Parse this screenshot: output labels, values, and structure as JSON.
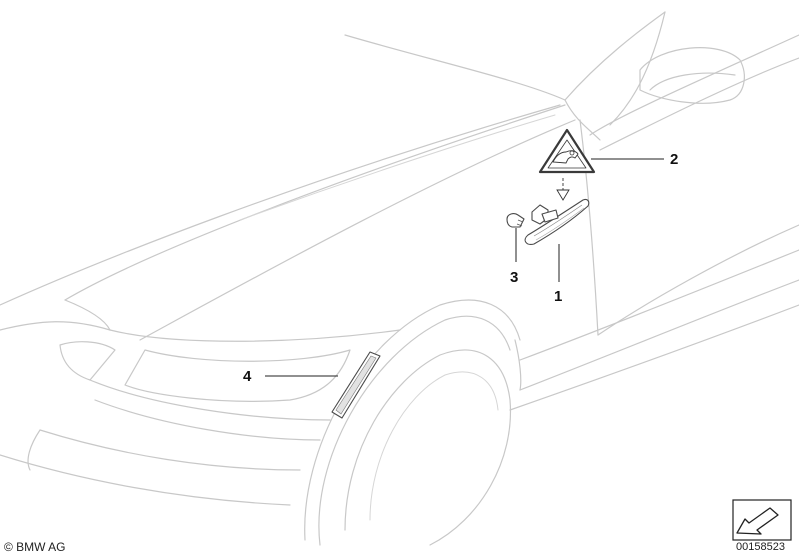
{
  "callouts": {
    "part_1": "1",
    "part_2": "2",
    "part_3": "3",
    "part_4": "4"
  },
  "footer": {
    "copyright": "© BMW AG",
    "diagram_id": "00158523"
  },
  "colors": {
    "car_outline": "#c8c8c8",
    "part_outline": "#4a4a4a",
    "text": "#111111"
  },
  "icons": {
    "warning_triangle": "warning-triangle-icon",
    "direction_arrow": "direction-arrow-icon"
  }
}
